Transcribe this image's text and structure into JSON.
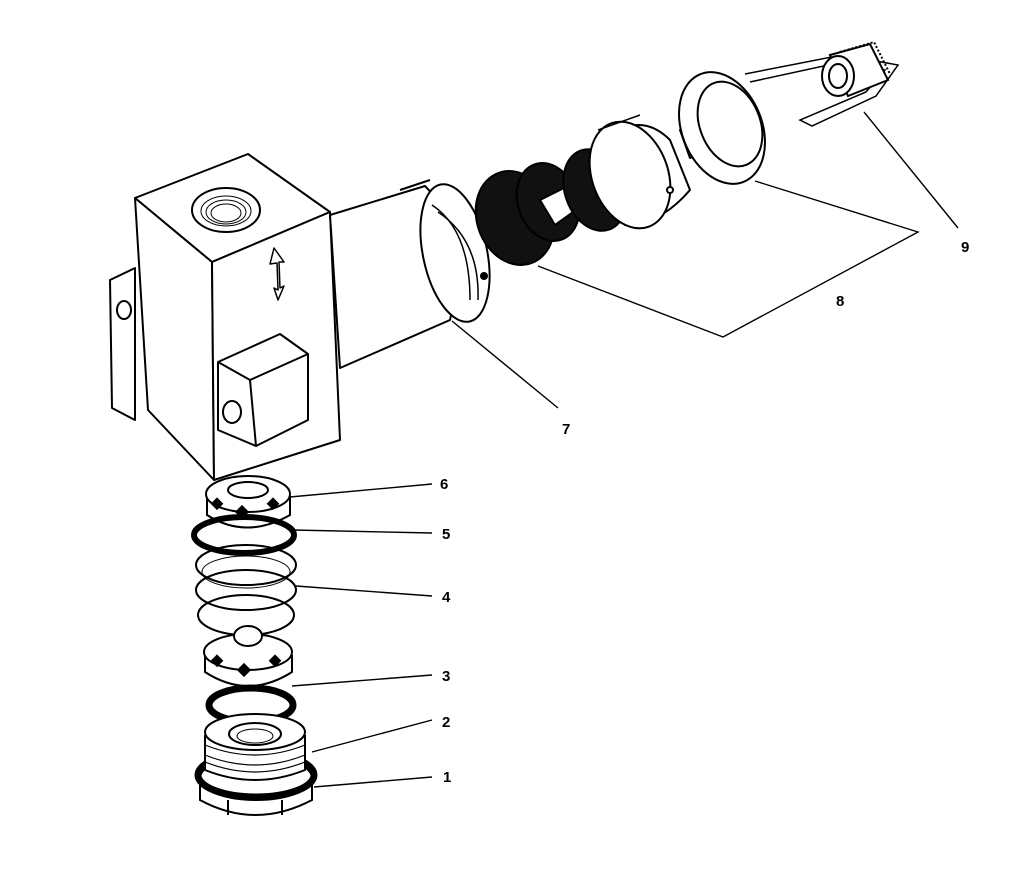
{
  "diagram": {
    "type": "exploded-parts-view",
    "callouts": [
      {
        "id": "1",
        "label": "1"
      },
      {
        "id": "2",
        "label": "2"
      },
      {
        "id": "3",
        "label": "3"
      },
      {
        "id": "4",
        "label": "4"
      },
      {
        "id": "5",
        "label": "5"
      },
      {
        "id": "6",
        "label": "6"
      },
      {
        "id": "7",
        "label": "7"
      },
      {
        "id": "8",
        "label": "8"
      },
      {
        "id": "9",
        "label": "9"
      }
    ]
  }
}
